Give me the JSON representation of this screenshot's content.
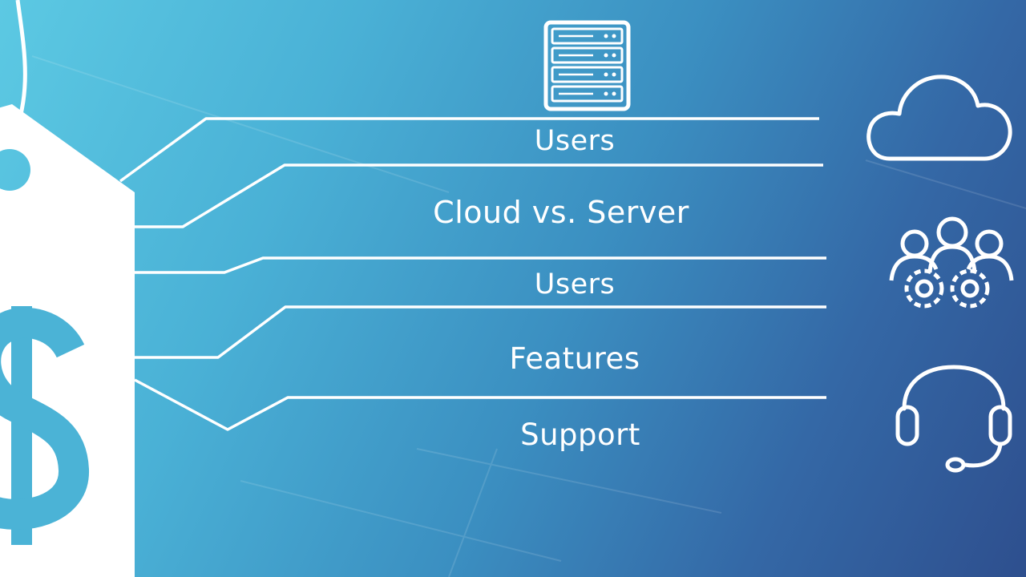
{
  "diagram": {
    "labels": [
      "Users",
      "Cloud vs. Server",
      "Users",
      "Features",
      "Support"
    ]
  },
  "icons": {
    "price_tag": "price-tag-icon",
    "dollar": "dollar-sign-icon",
    "server": "server-rack-icon",
    "cloud": "cloud-icon",
    "team": "team-gears-icon",
    "support": "headset-icon"
  },
  "colors": {
    "line": "#ffffff",
    "tag": "#ffffff",
    "dollar": "#4bb3d6",
    "background_light": "#5cc9e3",
    "background_dark": "#2e4f8e"
  }
}
